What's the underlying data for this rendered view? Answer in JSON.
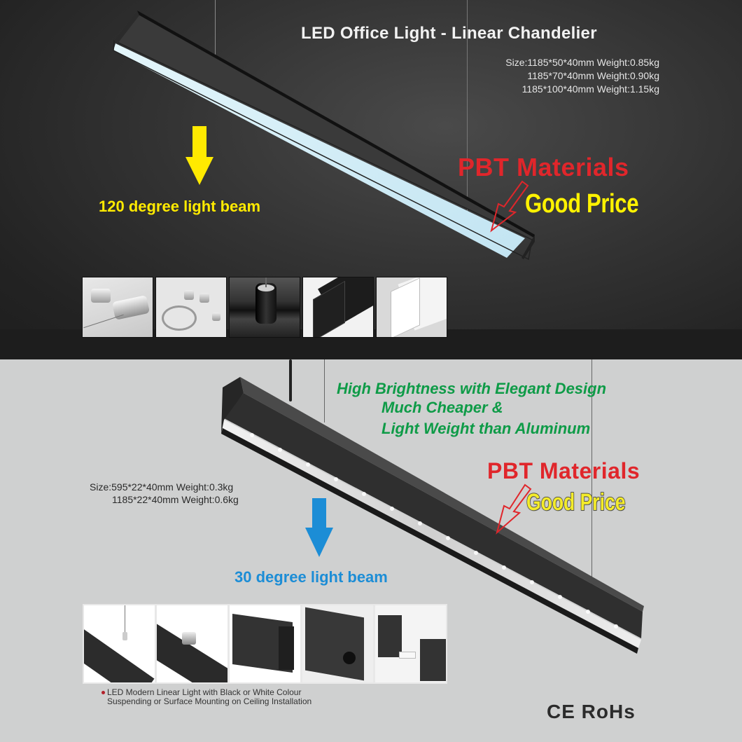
{
  "top_panel": {
    "title": "LED Office Light - Linear Chandelier",
    "specs": [
      "Size:1185*50*40mm  Weight:0.85kg",
      "1185*70*40mm  Weight:0.90kg",
      "1185*100*40mm  Weight:1.15kg"
    ],
    "material_label": "PBT Materials",
    "price_label": "Good Price",
    "beam_label": "120 degree light beam",
    "beam_arrow_color": "#ffea00",
    "material_color": "#e0262b",
    "price_color": "#fff200",
    "thumbnails": [
      {
        "subject": "ceiling-mount-cylinders"
      },
      {
        "subject": "wire-suspension-kit"
      },
      {
        "subject": "suspension-cap-closeup"
      },
      {
        "subject": "black-end-cap"
      },
      {
        "subject": "white-end-cap"
      }
    ]
  },
  "bottom_panel": {
    "headline_lines": [
      "High Brightness with Elegant Design",
      "Much Cheaper &",
      "Light Weight than Aluminum"
    ],
    "specs": [
      "Size:595*22*40mm  Weight:0.3kg",
      "1185*22*40mm  Weight:0.6kg"
    ],
    "material_label": "PBT Materials",
    "price_label": "Good Price",
    "beam_label": "30 degree light beam",
    "beam_arrow_color": "#1c8dd6",
    "headline_color": "#0e9b47",
    "thumbnails": [
      {
        "subject": "suspended-profile"
      },
      {
        "subject": "mounting-clip"
      },
      {
        "subject": "profile-end"
      },
      {
        "subject": "connector-end"
      },
      {
        "subject": "linkable-sections"
      }
    ],
    "note_lines": [
      "LED Modern Linear Light   with Black or White Colour",
      "Suspending or Surface Mounting on Ceiling Installation"
    ],
    "certifications": "CE  RoHs"
  }
}
